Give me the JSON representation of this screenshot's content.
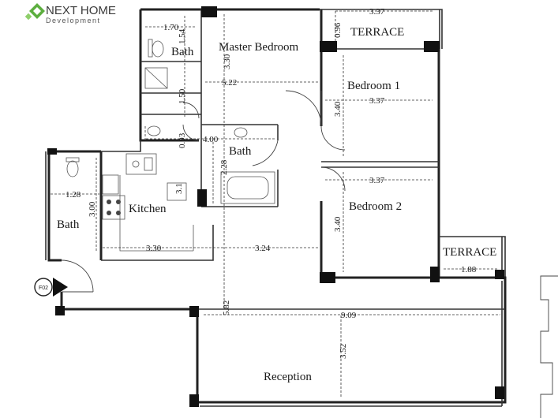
{
  "logo": {
    "brand": "NEXT HOME",
    "sub": "Development",
    "mark_color": "#5cae3f"
  },
  "rooms": {
    "master_bedroom": "Master Bedroom",
    "terrace_top": "TERRACE",
    "bedroom1": "Bedroom 1",
    "bedroom2": "Bedroom 2",
    "terrace_right": "TERRACE",
    "bath_top": "Bath",
    "bath_mid": "Bath",
    "bath_left": "Bath",
    "kitchen": "Kitchen",
    "reception": "Reception"
  },
  "entrance_tag": "F02",
  "dimensions": {
    "d_1_70": "1.70",
    "d_1_54": "1.54",
    "d_3_30_v": "3.30",
    "d_5_22": "5.22",
    "d_1_50": "1.50",
    "d_0_96": "0.96",
    "d_3_37_top": "3.37",
    "d_3_37_b1": "3.37",
    "d_3_40_b1": "3.40",
    "d_0_93": "0.93",
    "d_4_00": "4.00",
    "d_2_28": "2.28",
    "d_1_28": "1.28",
    "d_3_00": "3.00",
    "d_3_1": "3.1",
    "d_3_37_b2": "3.37",
    "d_3_40_b2": "3.40",
    "d_1_88": "1.88",
    "d_3_30_h": "3.30",
    "d_3_24": "3.24",
    "d_5_82": "5.82",
    "d_9_09": "9.09",
    "d_3_52": "3.52"
  }
}
